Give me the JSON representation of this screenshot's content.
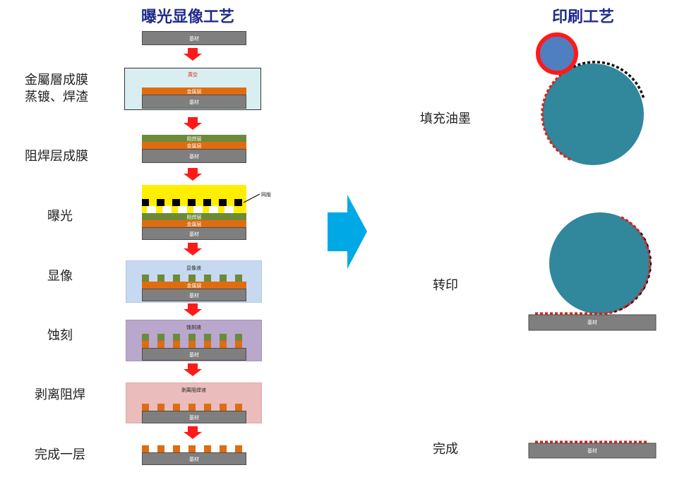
{
  "left_title": "曝光显像工艺",
  "right_title": "印刷工艺",
  "left_steps": [
    {
      "label_line1": "金屬層成膜",
      "label_line2": "蒸镀、焊渣"
    },
    {
      "label_line1": "阻焊层成膜"
    },
    {
      "label_line1": "曝光"
    },
    {
      "label_line1": "显像"
    },
    {
      "label_line1": "蚀刻"
    },
    {
      "label_line1": "剥离阻焊"
    },
    {
      "label_line1": "完成一层"
    }
  ],
  "right_steps": [
    "填充油墨",
    "转印",
    "完成"
  ],
  "layer_labels": {
    "substrate": "基材",
    "vacuum": "真空",
    "metal": "金属层",
    "resist": "阻焊层",
    "mask": "网版",
    "developer": "显像液",
    "etchant": "蚀刻液",
    "stripper": "剥离阻焊液"
  },
  "colors": {
    "title": "#1f2a8c",
    "arrow_red": "#ff1a1a",
    "big_arrow": "#00a9e6",
    "metal": "#e06c10",
    "resist": "#6c8a3a",
    "substrate": "#7f7f7f",
    "roller": "#31879c",
    "small_roller": "#4f7fc0"
  }
}
